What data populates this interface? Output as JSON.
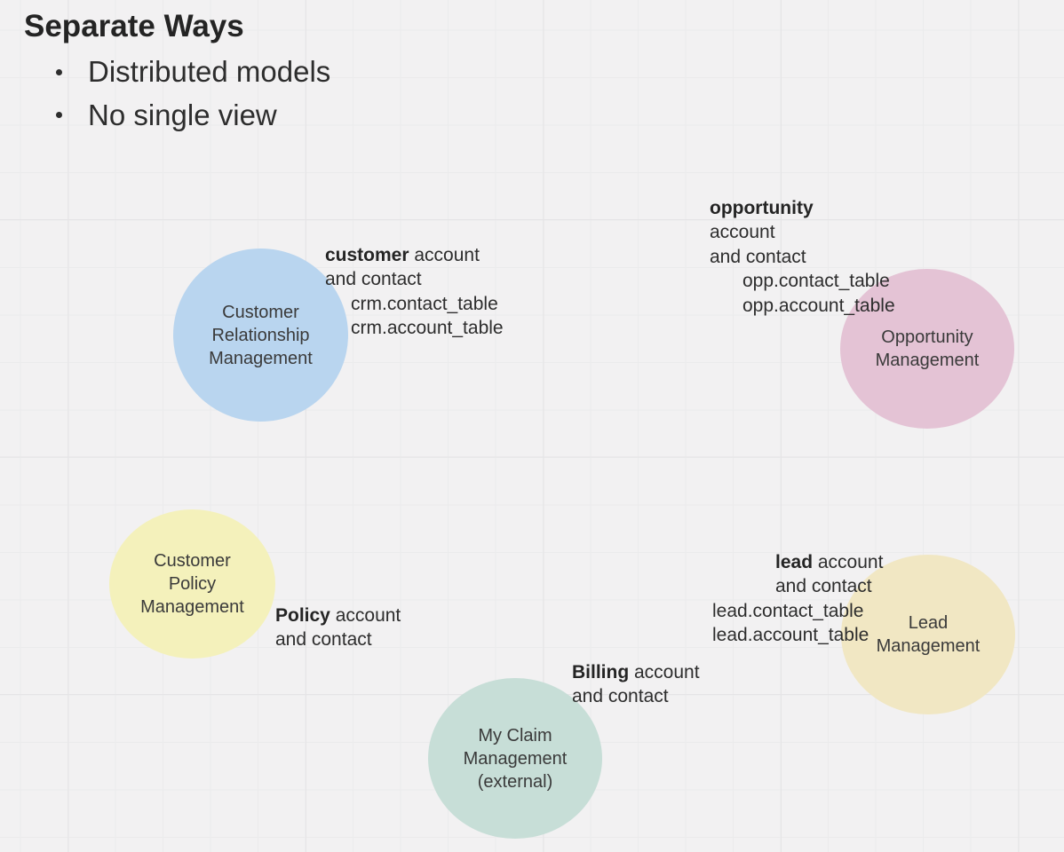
{
  "board": {
    "title": "Separate Ways",
    "bullets": [
      "Distributed models",
      "No single view"
    ]
  },
  "contexts": [
    {
      "id": "crm",
      "label": "Customer\nRelationship\nManagement",
      "color": "#b9d5ef"
    },
    {
      "id": "opportunity",
      "label": "Opportunity\nManagement",
      "color": "#e4c3d5"
    },
    {
      "id": "policy",
      "label": "Customer\nPolicy\nManagement",
      "color": "#f4f1bb"
    },
    {
      "id": "lead",
      "label": "Lead\nManagement",
      "color": "#f1e7c3"
    },
    {
      "id": "claim",
      "label": "My Claim\nManagement\n(external)",
      "color": "#c7ded7"
    }
  ],
  "notes": {
    "customer": {
      "bold": "customer",
      "rest": " account",
      "line2": "and contact",
      "tables": [
        "crm.contact_table",
        "crm.account_table"
      ]
    },
    "opportunity": {
      "bold": "opportunity",
      "line2": "account",
      "line3": "and contact",
      "tables": [
        "opp.contact_table",
        "opp.account_table"
      ]
    },
    "policy": {
      "bold": "Policy",
      "rest": " account",
      "line2": "and contact"
    },
    "billing": {
      "bold": "Billing",
      "rest": " account",
      "line2": "and contact"
    },
    "lead": {
      "bold": "lead",
      "rest": " account",
      "line2": "and contact",
      "tables": [
        "lead.contact_table",
        "lead.account_table"
      ]
    }
  },
  "colors": {
    "background": "#f2f1f2",
    "grid_minor": "#ebebec",
    "grid_major": "#e5e4e6",
    "text": "#2d2d2d"
  }
}
